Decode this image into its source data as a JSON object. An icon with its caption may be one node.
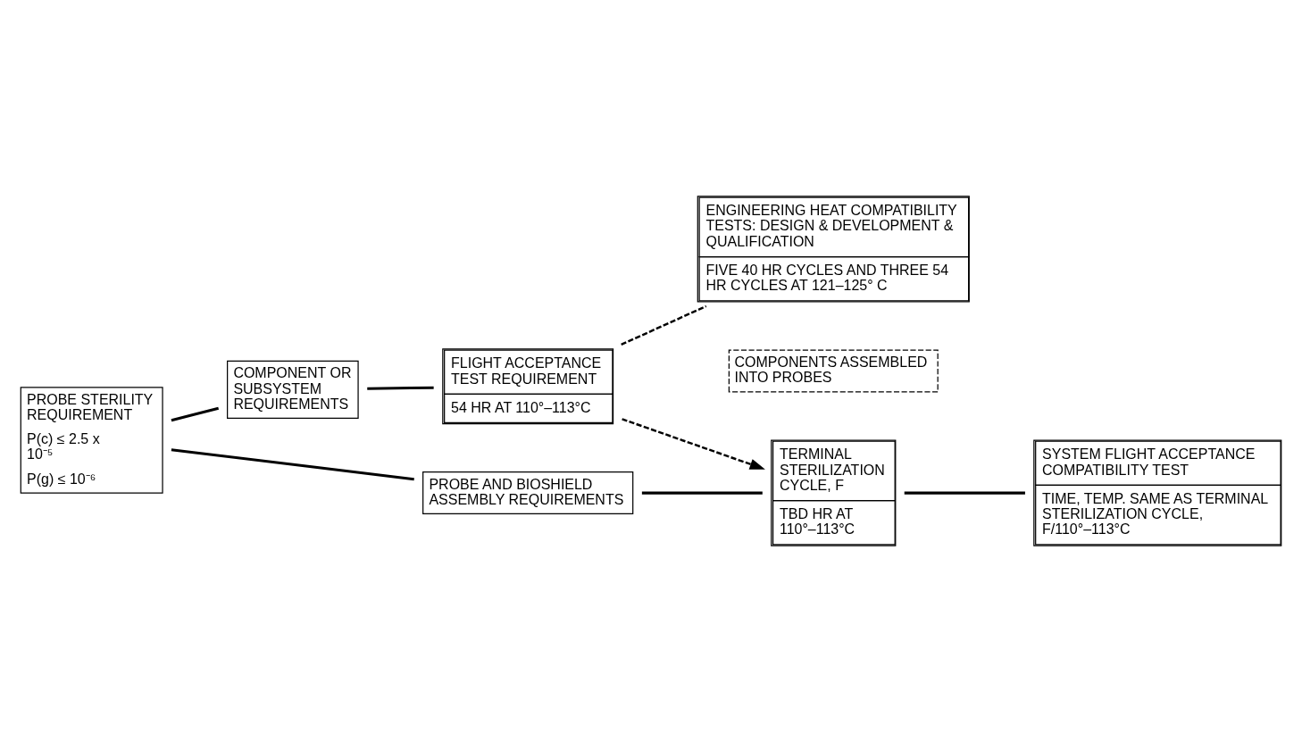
{
  "diagram": {
    "nodes": [
      {
        "text": [
          "PROBE STERILITY REQUIREMENT",
          "P(c) ≤ 2.5 x 10⁻⁵",
          "P(g) ≤ 10⁻⁶"
        ]
      },
      {
        "text": [
          "COMPONENT OR SUBSYSTEM REQUIREMENTS"
        ]
      },
      {
        "text": [
          "FLIGHT ACCEPTANCE TEST REQUIREMENT",
          "54 HR AT 110°–113°C"
        ]
      },
      {
        "text": [
          "ENGINEERING HEAT COMPATIBILITY TESTS: DESIGN & DEVELOPMENT & QUALIFICATION",
          "FIVE 40 HR CYCLES AND THREE 54 HR CYCLES AT 121–125° C"
        ]
      },
      {
        "text": [
          "COMPONENTS ASSEMBLED INTO PROBES"
        ]
      },
      {
        "text": [
          "PROBE AND BIOSHIELD ASSEMBLY REQUIREMENTS"
        ]
      },
      {
        "text": [
          "TERMINAL STERILIZATION CYCLE, F",
          "TBD HR AT 110°–113°C"
        ]
      },
      {
        "text": [
          "SYSTEM FLIGHT ACCEPTANCE COMPATIBILITY TEST",
          "TIME, TEMP. SAME AS TERMINAL STERILIZATION CYCLE, F/110°–113°C"
        ]
      }
    ],
    "edges": [
      {
        "from": 0,
        "to": 1,
        "arrow": "none"
      },
      {
        "from": 0,
        "to": 5,
        "arrow": "none"
      },
      {
        "from": 1,
        "to": 2,
        "arrow": "none"
      },
      {
        "from": 2,
        "to": 3,
        "arrow": "none",
        "style": "dashed"
      },
      {
        "from": 2,
        "to": 6,
        "arrow": "to",
        "style": "dashed"
      },
      {
        "from": 5,
        "to": 6,
        "arrow": "none"
      },
      {
        "from": 6,
        "to": 7,
        "arrow": "none"
      }
    ]
  }
}
